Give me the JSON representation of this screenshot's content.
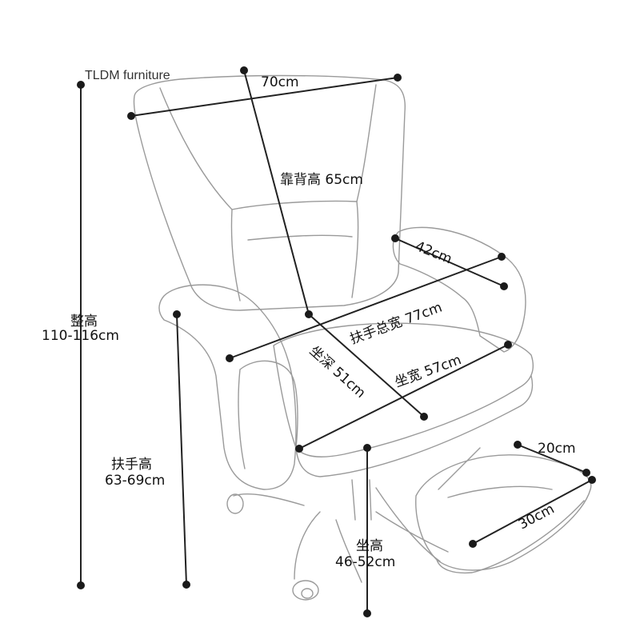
{
  "brand": {
    "text": "TLDM furniture"
  },
  "colors": {
    "line": "#222222",
    "dot": "#1a1a1a",
    "outline": "#9a9a9a",
    "text": "#111111"
  },
  "dimensions": {
    "backrest_width": "70cm",
    "backrest_height": "靠背高 65cm",
    "armrest_depth": "42cm",
    "armrest_total_width": "扶手总宽 77cm",
    "seat_depth": "坐深 51cm",
    "seat_width": "坐宽 57cm",
    "overall_height_label": "整高",
    "overall_height_value": "110-116cm",
    "armrest_height_label": "扶手高",
    "armrest_height_value": "63-69cm",
    "seat_height_label": "坐高",
    "seat_height_value": "46-52cm",
    "footrest_depth": "20cm",
    "footrest_width": "30cm"
  }
}
